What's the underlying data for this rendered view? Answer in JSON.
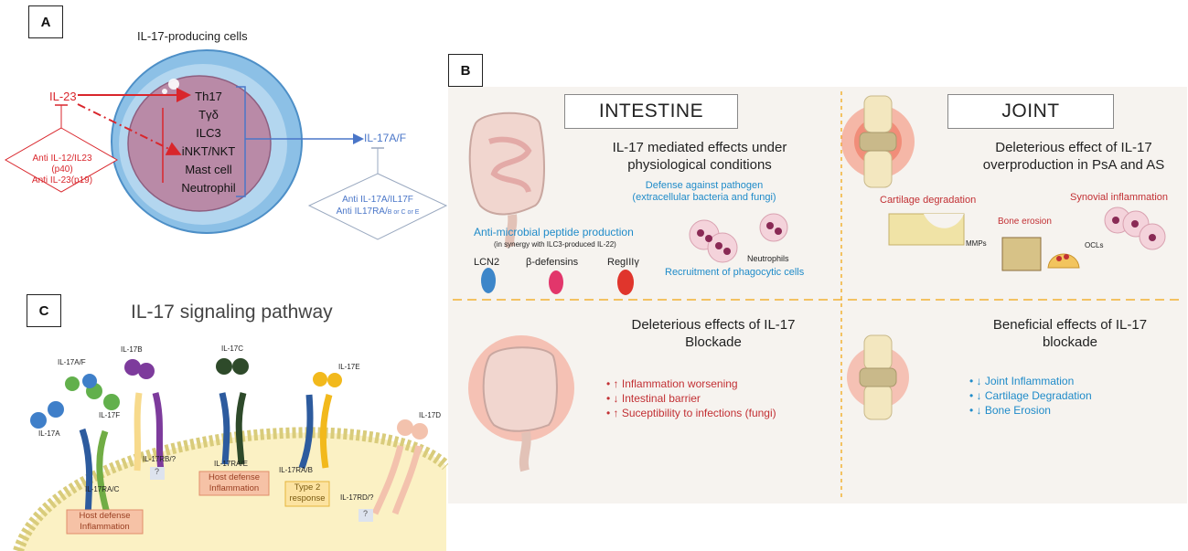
{
  "panel_a": {
    "label": "A",
    "title": "IL-17-producing cells",
    "cells": [
      "Th17",
      "Tγδ",
      "ILC3",
      "iNKT/NKT",
      "Mast cell",
      "Neutrophil"
    ],
    "il23": "IL-23",
    "anti_il23": [
      "Anti IL-12/IL23 (p40)",
      "Anti IL-23(p19)"
    ],
    "il17af": "IL-17A/F",
    "anti_il17": [
      "Anti IL-17A/IL17F",
      "Anti IL17RA/"
    ],
    "anti_il17_sub": "B or C or E",
    "colors": {
      "red": "#d9262c",
      "blue": "#4a76c8",
      "cell_outer": "#7fb4df",
      "cell_inner": "#b889a6"
    }
  },
  "panel_b": {
    "label": "B",
    "intestine_header": "INTESTINE",
    "joint_header": "JOINT",
    "intestine_title": [
      "IL-17 mediated effects under",
      "physiological conditions"
    ],
    "defense": [
      "Defense against pathogen",
      "(extracellular bacteria and fungi)"
    ],
    "antimicrobial": "Anti-microbial peptide production",
    "antimicrobial_sub": "(in synergy with ILC3-produced IL-22)",
    "peptides": [
      "LCN2",
      "β-defensins",
      "RegIIIγ"
    ],
    "neutrophils": "Neutrophils",
    "recruitment": "Recruitment of phagocytic cells",
    "joint_title": [
      "Deleterious effect of IL-17",
      "overproduction in PsA and AS"
    ],
    "cartilage_degradation": "Cartilage degradation",
    "synovial_inflammation": "Synovial inflammation",
    "bone_erosion": "Bone erosion",
    "mmps": "MMPs",
    "ocls": "OCLs",
    "blockade_deleterious_title": [
      "Deleterious effects of IL-17",
      "Blockade"
    ],
    "blockade_deleterious_items": [
      "↑ Inflammation worsening",
      "↓ Intestinal barrier",
      "↑ Suceptibility to infections (fungi)"
    ],
    "blockade_beneficial_title": [
      "Beneficial effects of IL-17",
      "blockade"
    ],
    "blockade_beneficial_items": [
      "↓ Joint Inflammation",
      "↓ Cartilage Degradation",
      "↓ Bone Erosion"
    ],
    "colors": {
      "blue": "#1f8bc9",
      "red": "#c23034",
      "divider": "#f2b233"
    }
  },
  "panel_c": {
    "label": "C",
    "title": "IL-17 signaling pathway",
    "ligands": {
      "il17af": "IL-17A/F",
      "il17a": "IL-17A",
      "il17f": "IL-17F",
      "il17b": "IL-17B",
      "il17c": "IL-17C",
      "il17e": "IL-17E",
      "il17d": "IL-17D"
    },
    "receptors": {
      "ra_c": "IL-17RA/C",
      "rb": "IL-17RB/?",
      "ra_e": "IL-17RA/E",
      "ra_b": "IL-17RA/B",
      "rd": "IL-17RD/?"
    },
    "q1": "?",
    "q2": "?",
    "boxes": {
      "host_defense_1": [
        "Host defense",
        "Inflammation"
      ],
      "host_defense_2": [
        "Host defense",
        "Inflammation"
      ],
      "type2": [
        "Type 2",
        "response"
      ]
    }
  }
}
